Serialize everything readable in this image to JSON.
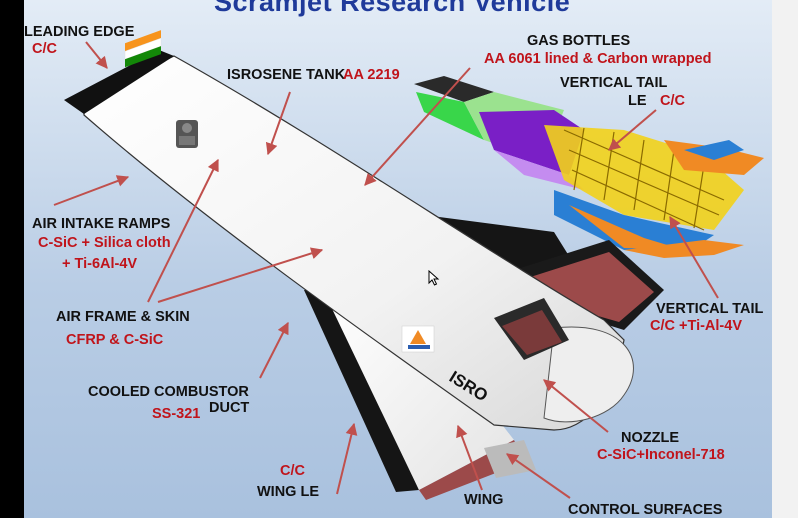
{
  "title": "Scramjet Research Vehicle",
  "labels": {
    "leading_edge": "LEADING EDGE",
    "leading_edge_mat": "C/C",
    "isrosene_tank": "ISROSENE TANK",
    "isrosene_tank_mat": "AA 2219",
    "gas_bottles": "GAS BOTTLES",
    "gas_bottles_mat": "AA 6061 lined & Carbon wrapped",
    "vertical_tail_le": "VERTICAL TAIL",
    "vertical_tail_le_2": "LE",
    "vertical_tail_le_mat": "C/C",
    "air_intake_ramps": "AIR INTAKE RAMPS",
    "air_intake_ramps_mat1": "C-SiC + Silica cloth",
    "air_intake_ramps_mat2": "+ Ti-6Al-4V",
    "air_frame_skin": "AIR FRAME & SKIN",
    "air_frame_skin_mat": "CFRP & C-SiC",
    "vertical_tail": "VERTICAL TAIL",
    "vertical_tail_mat": "C/C +Ti-Al-4V",
    "cooled_combustor": "COOLED COMBUSTOR",
    "cooled_combustor_mat": "SS-321",
    "duct": "DUCT",
    "nozzle": "NOZZLE",
    "nozzle_mat": "C-SiC+Inconel-718",
    "wing_le_mat": "C/C",
    "wing_le": "WING LE",
    "wing": "WING",
    "control_surfaces": "CONTROL SURFACES",
    "body_text": "ISRO"
  },
  "colors": {
    "title": "#1f3a9a",
    "label": "#111111",
    "material": "#c0141b",
    "arrow": "#c0504d",
    "body": "#f4f4f4",
    "edge": "#1a1a1a",
    "gas_bottle": "#7a1fc6",
    "tank_green": "#39d64a",
    "tail_orange": "#f08a24",
    "tail_blue": "#2a7fd4",
    "frame_yellow": "#f2d21a"
  }
}
